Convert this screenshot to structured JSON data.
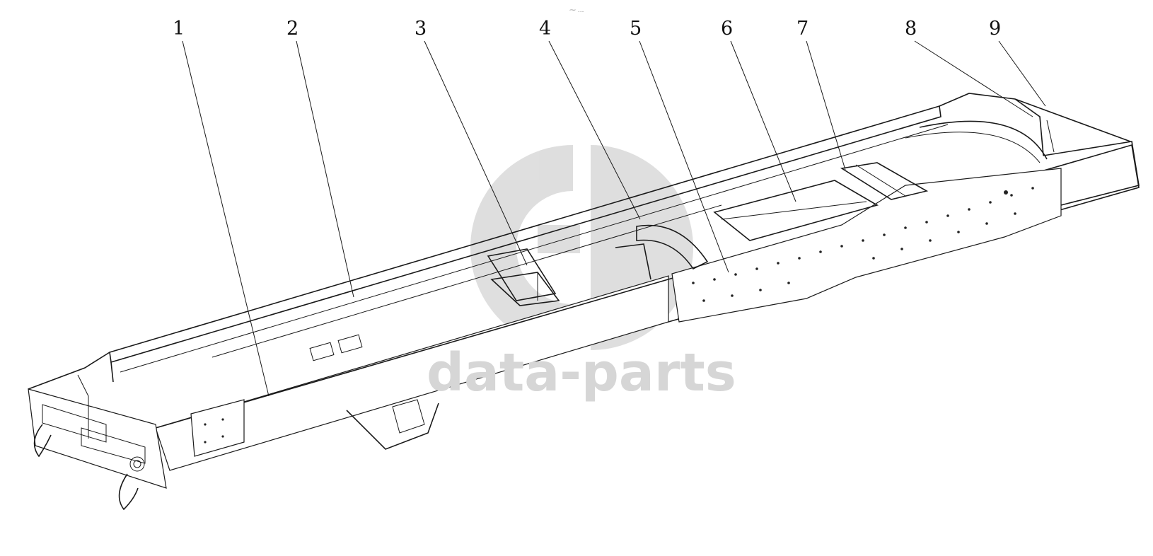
{
  "top_mark": "⁓ ...",
  "watermark": {
    "text": "data-parts",
    "color": "#d6d6d6",
    "icon": "data-parts-logo-icon"
  },
  "callouts": [
    {
      "label": "1"
    },
    {
      "label": "2"
    },
    {
      "label": "3"
    },
    {
      "label": "4"
    },
    {
      "label": "5"
    },
    {
      "label": "6"
    },
    {
      "label": "7"
    },
    {
      "label": "8"
    },
    {
      "label": "9"
    }
  ],
  "colors": {
    "line": "#1a1a1a",
    "background": "#ffffff"
  }
}
